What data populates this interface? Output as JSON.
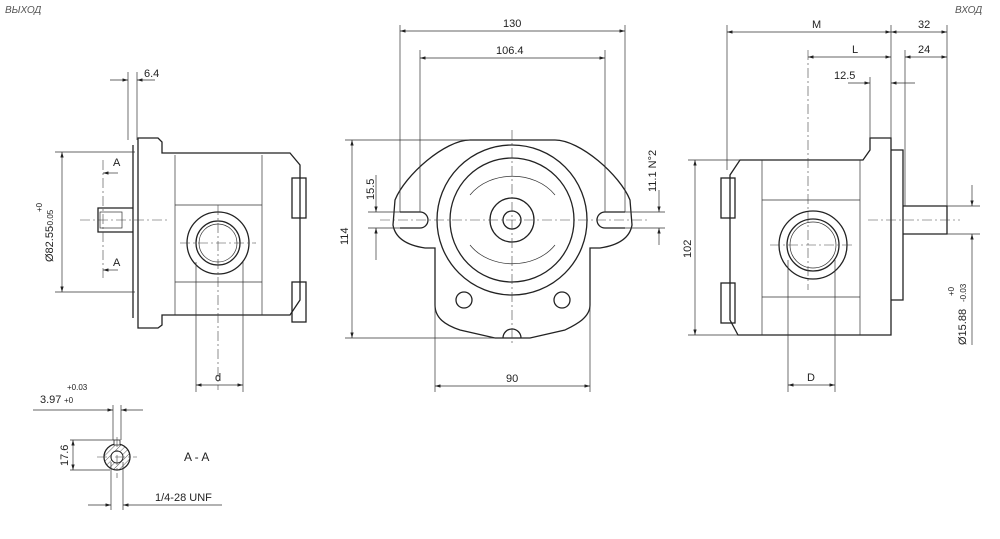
{
  "labels": {
    "outlet": "ВЫХОД",
    "inlet": "ВХОД",
    "section": "A - A",
    "section_mark": "A"
  },
  "dimensions": {
    "d64": "6.4",
    "dia_flange": "Ø82.55",
    "dia_flange_tol_up": "+0",
    "dia_flange_tol_low": "-0.05",
    "d_port": "d",
    "key_width": "3.97",
    "key_tol_up": "+0.03",
    "key_tol_low": "+0",
    "d176": "17.6",
    "thread": "1/4-28 UNF",
    "d130": "130",
    "d1064": "106.4",
    "d155": "15.5",
    "d114": "114",
    "d111": "11.1 N°2",
    "d90": "90",
    "M": "M",
    "L": "L",
    "d125": "12.5",
    "d32": "32",
    "d24": "24",
    "d102": "102",
    "dia_shaft": "Ø15.88",
    "dia_shaft_tol_up": "+0",
    "dia_shaft_tol_low": "-0.03",
    "D_port": "D"
  }
}
